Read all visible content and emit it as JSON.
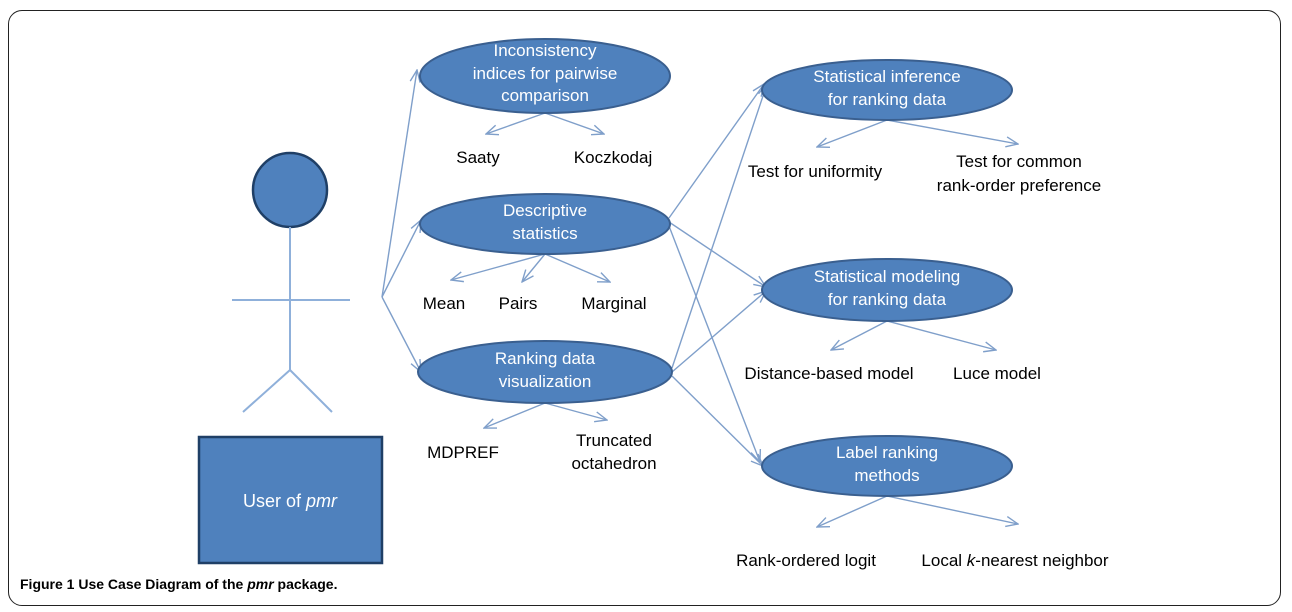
{
  "caption": {
    "label": "Figure 1",
    "text_before": "Use Case Diagram of the",
    "text_italic": "pmr",
    "text_after": "package."
  },
  "actor": {
    "box_prefix": "User of",
    "box_italic": "pmr"
  },
  "use_cases": {
    "inconsistency": {
      "lines": [
        "Inconsistency",
        "indices for pairwise",
        "comparison"
      ],
      "outputs": [
        "Saaty",
        "Koczkodaj"
      ]
    },
    "descriptive": {
      "lines": [
        "Descriptive",
        "statistics"
      ],
      "outputs": [
        "Mean",
        "Pairs",
        "Marginal"
      ]
    },
    "visualization": {
      "lines": [
        "Ranking data",
        "visualization"
      ],
      "outputs": [
        "MDPREF",
        "Truncated",
        "octahedron"
      ]
    },
    "inference": {
      "lines": [
        "Statistical inference",
        "for ranking data"
      ],
      "outputs": [
        "Test for uniformity",
        "Test for common",
        "rank-order preference"
      ]
    },
    "modeling": {
      "lines": [
        "Statistical modeling",
        "for ranking data"
      ],
      "outputs": [
        "Distance-based model",
        "Luce model"
      ]
    },
    "label_ranking": {
      "lines": [
        "Label ranking",
        "methods"
      ],
      "outputs_plain": [
        "Rank-ordered logit"
      ],
      "knn_prefix": "Local",
      "knn_italic": "k",
      "knn_suffix": "-nearest neighbor"
    }
  },
  "colors": {
    "ellipse_fill": "#4f81bd",
    "edge": "#7f9fca",
    "text_on_shape": "#ffffff"
  }
}
